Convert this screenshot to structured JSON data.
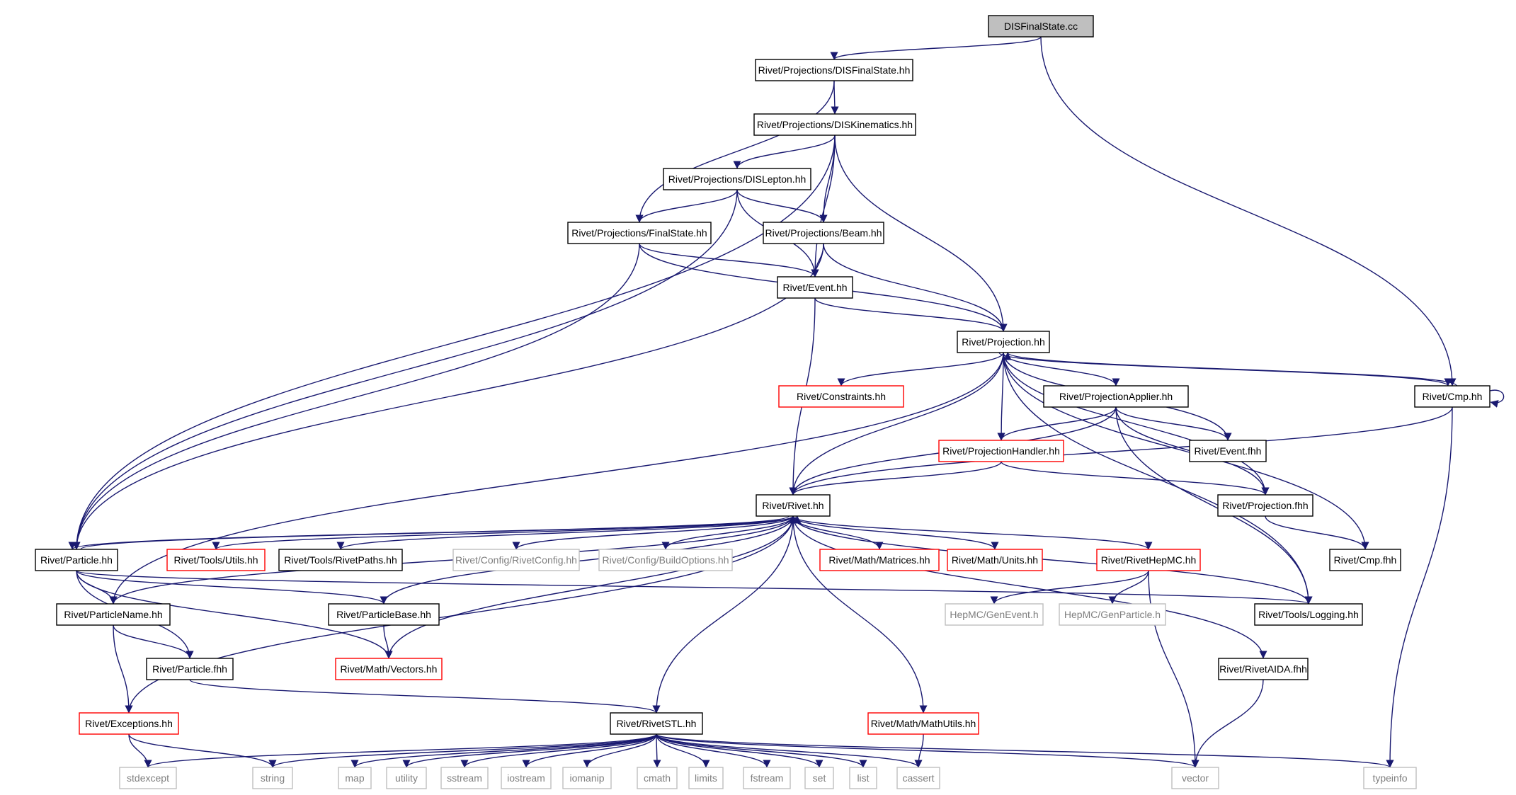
{
  "title": "",
  "colors": {
    "edge": "#191970",
    "box_normal": "#000000",
    "box_truncated": "#ff0000",
    "box_external": "#bfbfbf",
    "root_fill": "#bfbfbf",
    "text_normal": "#000000",
    "text_external": "#7f7f7f"
  },
  "nodes": [
    {
      "id": "dis_cc",
      "label": "DISFinalState.cc",
      "style": "root"
    },
    {
      "id": "dis_fs",
      "label": "Rivet/Projections/DISFinalState.hh",
      "style": "normal"
    },
    {
      "id": "dis_kin",
      "label": "Rivet/Projections/DISKinematics.hh",
      "style": "normal"
    },
    {
      "id": "dis_lep",
      "label": "Rivet/Projections/DISLepton.hh",
      "style": "normal"
    },
    {
      "id": "finalstate",
      "label": "Rivet/Projections/FinalState.hh",
      "style": "normal"
    },
    {
      "id": "beam",
      "label": "Rivet/Projections/Beam.hh",
      "style": "normal"
    },
    {
      "id": "event",
      "label": "Rivet/Event.hh",
      "style": "normal"
    },
    {
      "id": "projection",
      "label": "Rivet/Projection.hh",
      "style": "normal"
    },
    {
      "id": "cmp",
      "label": "Rivet/Cmp.hh",
      "style": "normal"
    },
    {
      "id": "constraints",
      "label": "Rivet/Constraints.hh",
      "style": "truncated"
    },
    {
      "id": "projapplier",
      "label": "Rivet/ProjectionApplier.hh",
      "style": "normal"
    },
    {
      "id": "projhandler",
      "label": "Rivet/ProjectionHandler.hh",
      "style": "truncated"
    },
    {
      "id": "eventfhh",
      "label": "Rivet/Event.fhh",
      "style": "normal"
    },
    {
      "id": "rivet",
      "label": "Rivet/Rivet.hh",
      "style": "normal"
    },
    {
      "id": "projfhh",
      "label": "Rivet/Projection.fhh",
      "style": "normal"
    },
    {
      "id": "particle",
      "label": "Rivet/Particle.hh",
      "style": "normal"
    },
    {
      "id": "toolsutils",
      "label": "Rivet/Tools/Utils.hh",
      "style": "truncated"
    },
    {
      "id": "rivetpaths",
      "label": "Rivet/Tools/RivetPaths.hh",
      "style": "normal"
    },
    {
      "id": "rivetconfig",
      "label": "Rivet/Config/RivetConfig.hh",
      "style": "external"
    },
    {
      "id": "buildoptions",
      "label": "Rivet/Config/BuildOptions.hh",
      "style": "external"
    },
    {
      "id": "matrices",
      "label": "Rivet/Math/Matrices.hh",
      "style": "truncated"
    },
    {
      "id": "units",
      "label": "Rivet/Math/Units.hh",
      "style": "truncated"
    },
    {
      "id": "rivethepmc",
      "label": "Rivet/RivetHepMC.hh",
      "style": "truncated"
    },
    {
      "id": "cmpfhh",
      "label": "Rivet/Cmp.fhh",
      "style": "normal"
    },
    {
      "id": "particlename",
      "label": "Rivet/ParticleName.hh",
      "style": "normal"
    },
    {
      "id": "particlebase",
      "label": "Rivet/ParticleBase.hh",
      "style": "normal"
    },
    {
      "id": "genevent",
      "label": "HepMC/GenEvent.h",
      "style": "external"
    },
    {
      "id": "genparticle",
      "label": "HepMC/GenParticle.h",
      "style": "external"
    },
    {
      "id": "logging",
      "label": "Rivet/Tools/Logging.hh",
      "style": "normal"
    },
    {
      "id": "particlefhh",
      "label": "Rivet/Particle.fhh",
      "style": "normal"
    },
    {
      "id": "vectors",
      "label": "Rivet/Math/Vectors.hh",
      "style": "truncated"
    },
    {
      "id": "rivetaida",
      "label": "Rivet/RivetAIDA.fhh",
      "style": "normal"
    },
    {
      "id": "exceptions",
      "label": "Rivet/Exceptions.hh",
      "style": "truncated"
    },
    {
      "id": "rivetstl",
      "label": "Rivet/RivetSTL.hh",
      "style": "normal"
    },
    {
      "id": "mathutils",
      "label": "Rivet/Math/MathUtils.hh",
      "style": "truncated"
    },
    {
      "id": "stdexcept",
      "label": "stdexcept",
      "style": "external"
    },
    {
      "id": "string",
      "label": "string",
      "style": "external"
    },
    {
      "id": "map",
      "label": "map",
      "style": "external"
    },
    {
      "id": "utility",
      "label": "utility",
      "style": "external"
    },
    {
      "id": "sstream",
      "label": "sstream",
      "style": "external"
    },
    {
      "id": "iostream",
      "label": "iostream",
      "style": "external"
    },
    {
      "id": "iomanip",
      "label": "iomanip",
      "style": "external"
    },
    {
      "id": "cmath",
      "label": "cmath",
      "style": "external"
    },
    {
      "id": "limits",
      "label": "limits",
      "style": "external"
    },
    {
      "id": "fstream",
      "label": "fstream",
      "style": "external"
    },
    {
      "id": "set",
      "label": "set",
      "style": "external"
    },
    {
      "id": "list",
      "label": "list",
      "style": "external"
    },
    {
      "id": "cassert",
      "label": "cassert",
      "style": "external"
    },
    {
      "id": "vector",
      "label": "vector",
      "style": "external"
    },
    {
      "id": "typeinfo",
      "label": "typeinfo",
      "style": "external"
    }
  ],
  "edges": [
    [
      "dis_cc",
      "dis_fs"
    ],
    [
      "dis_cc",
      "cmp"
    ],
    [
      "dis_fs",
      "dis_kin"
    ],
    [
      "dis_fs",
      "finalstate"
    ],
    [
      "dis_kin",
      "dis_lep"
    ],
    [
      "dis_kin",
      "beam"
    ],
    [
      "dis_kin",
      "event"
    ],
    [
      "dis_kin",
      "projection"
    ],
    [
      "dis_kin",
      "particle"
    ],
    [
      "dis_lep",
      "finalstate"
    ],
    [
      "dis_lep",
      "beam"
    ],
    [
      "dis_lep",
      "event"
    ],
    [
      "dis_lep",
      "particle"
    ],
    [
      "finalstate",
      "event"
    ],
    [
      "finalstate",
      "projection"
    ],
    [
      "finalstate",
      "particle"
    ],
    [
      "beam",
      "event"
    ],
    [
      "beam",
      "projection"
    ],
    [
      "beam",
      "particle"
    ],
    [
      "event",
      "projection"
    ],
    [
      "event",
      "rivet"
    ],
    [
      "projection",
      "cmp"
    ],
    [
      "projection",
      "constraints"
    ],
    [
      "projection",
      "projapplier"
    ],
    [
      "projection",
      "projhandler"
    ],
    [
      "projection",
      "eventfhh"
    ],
    [
      "projection",
      "rivet"
    ],
    [
      "projection",
      "projfhh"
    ],
    [
      "projection",
      "cmpfhh"
    ],
    [
      "projection",
      "logging"
    ],
    [
      "projection",
      "particlename"
    ],
    [
      "cmp",
      "projection"
    ],
    [
      "cmp",
      "cmp"
    ],
    [
      "cmp",
      "rivet"
    ],
    [
      "cmp",
      "typeinfo"
    ],
    [
      "projapplier",
      "projhandler"
    ],
    [
      "projapplier",
      "eventfhh"
    ],
    [
      "projapplier",
      "rivet"
    ],
    [
      "projapplier",
      "projfhh"
    ],
    [
      "projapplier",
      "logging"
    ],
    [
      "projhandler",
      "rivet"
    ],
    [
      "projhandler",
      "projfhh"
    ],
    [
      "projfhh",
      "cmpfhh"
    ],
    [
      "rivet",
      "particle"
    ],
    [
      "rivet",
      "toolsutils"
    ],
    [
      "rivet",
      "rivetpaths"
    ],
    [
      "rivet",
      "rivetconfig"
    ],
    [
      "rivet",
      "buildoptions"
    ],
    [
      "rivet",
      "matrices"
    ],
    [
      "rivet",
      "units"
    ],
    [
      "rivet",
      "rivethepmc"
    ],
    [
      "rivet",
      "vectors"
    ],
    [
      "rivet",
      "rivetstl"
    ],
    [
      "rivet",
      "mathutils"
    ],
    [
      "rivet",
      "rivetaida"
    ],
    [
      "rivet",
      "logging"
    ],
    [
      "rivet",
      "exceptions"
    ],
    [
      "rivet",
      "particlename"
    ],
    [
      "particle",
      "rivet"
    ],
    [
      "particle",
      "particlename"
    ],
    [
      "particle",
      "particlefhh"
    ],
    [
      "particle",
      "particlebase"
    ],
    [
      "particle",
      "vectors"
    ],
    [
      "particle",
      "logging"
    ],
    [
      "particlename",
      "particlefhh"
    ],
    [
      "particlename",
      "exceptions"
    ],
    [
      "particlebase",
      "rivet"
    ],
    [
      "particlebase",
      "vectors"
    ],
    [
      "particlefhh",
      "rivetstl"
    ],
    [
      "rivethepmc",
      "genevent"
    ],
    [
      "rivethepmc",
      "genparticle"
    ],
    [
      "rivethepmc",
      "vector"
    ],
    [
      "rivetaida",
      "vector"
    ],
    [
      "exceptions",
      "stdexcept"
    ],
    [
      "exceptions",
      "string"
    ],
    [
      "mathutils",
      "cassert"
    ],
    [
      "rivetstl",
      "stdexcept"
    ],
    [
      "rivetstl",
      "string"
    ],
    [
      "rivetstl",
      "map"
    ],
    [
      "rivetstl",
      "utility"
    ],
    [
      "rivetstl",
      "sstream"
    ],
    [
      "rivetstl",
      "iostream"
    ],
    [
      "rivetstl",
      "iomanip"
    ],
    [
      "rivetstl",
      "cmath"
    ],
    [
      "rivetstl",
      "limits"
    ],
    [
      "rivetstl",
      "fstream"
    ],
    [
      "rivetstl",
      "set"
    ],
    [
      "rivetstl",
      "list"
    ],
    [
      "rivetstl",
      "cassert"
    ],
    [
      "rivetstl",
      "vector"
    ],
    [
      "rivetstl",
      "typeinfo"
    ]
  ]
}
